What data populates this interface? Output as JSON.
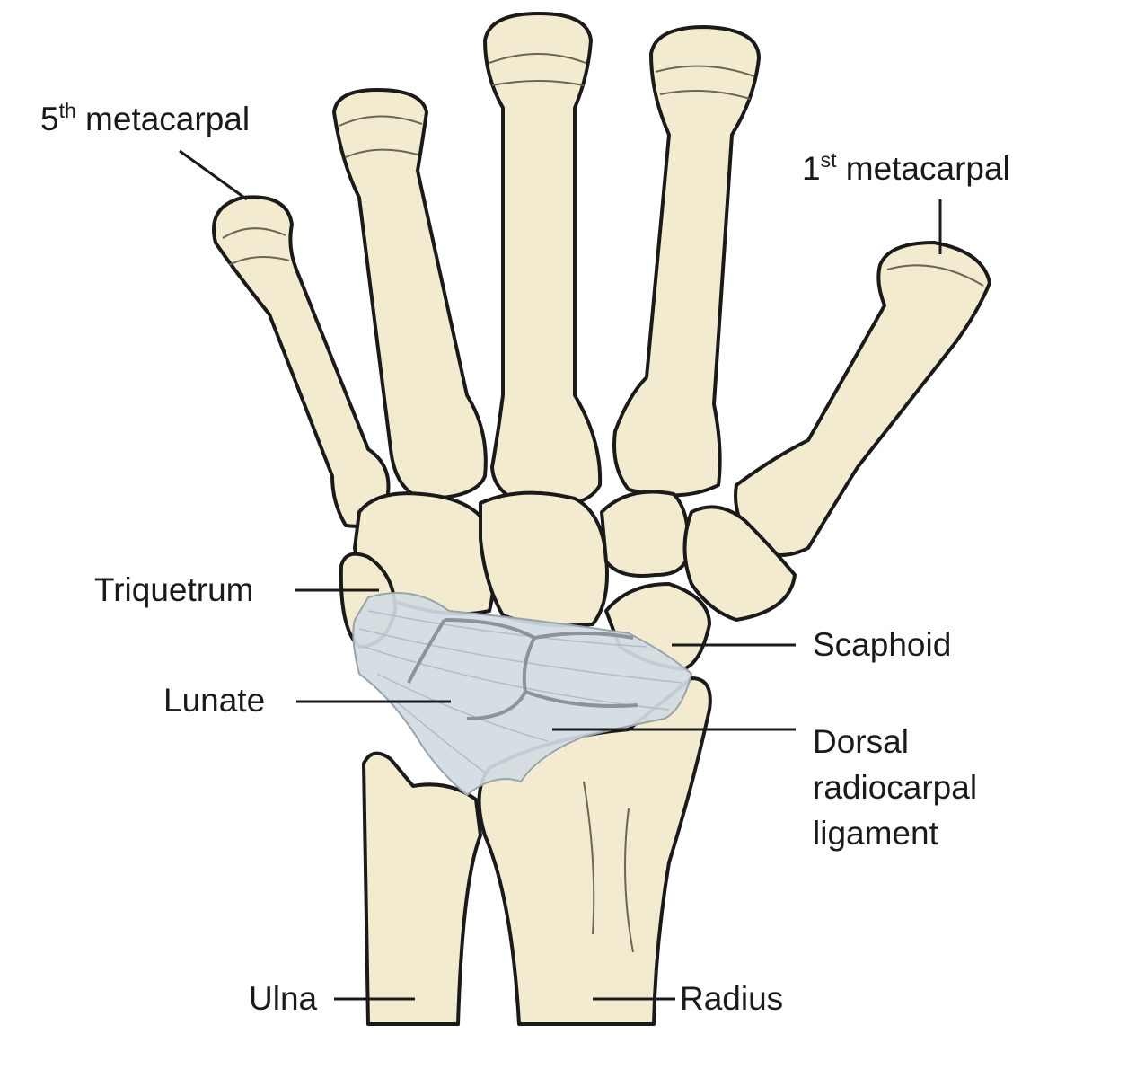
{
  "labels": {
    "fifth_metacarpal": {
      "num": "5",
      "sup": "th",
      "text": " metacarpal"
    },
    "first_metacarpal": {
      "num": "1",
      "sup": "st",
      "text": " metacarpal"
    },
    "triquetrum": "Triquetrum",
    "scaphoid": "Scaphoid",
    "lunate": "Lunate",
    "dorsal_radiocarpal_ligament": [
      "Dorsal",
      "radiocarpal",
      "ligament"
    ],
    "ulna": "Ulna",
    "radius": "Radius"
  },
  "colors": {
    "bone": "#f3ebcf",
    "ligament": "#d3dbe3",
    "outline": "#1a1a1a"
  }
}
